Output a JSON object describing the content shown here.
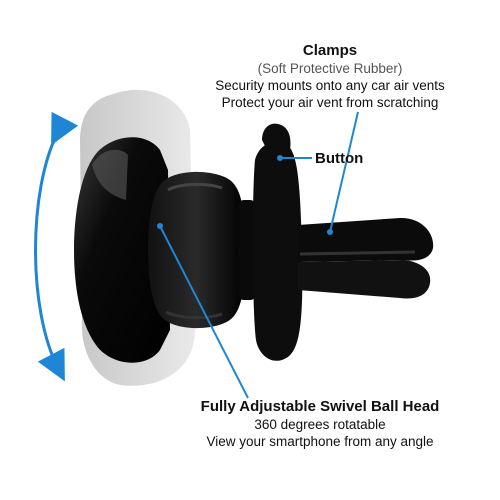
{
  "colors": {
    "accent": "#1f86d6",
    "device": "#0b0b0b",
    "ghost": "#bdbdbd"
  },
  "callouts": {
    "clamps": {
      "title": "Clamps",
      "line1": "(Soft Protective Rubber)",
      "line2": "Security mounts onto any car air vents",
      "line3": "Protect your air vent from scratching"
    },
    "button": {
      "title": "Button"
    },
    "swivel": {
      "title": "Fully Adjustable Swivel Ball Head",
      "line1": "360 degrees rotatable",
      "line2": "View your smartphone from any angle"
    }
  },
  "icons": {
    "rotation_arrow": "double-headed-curved-arrow-icon"
  }
}
